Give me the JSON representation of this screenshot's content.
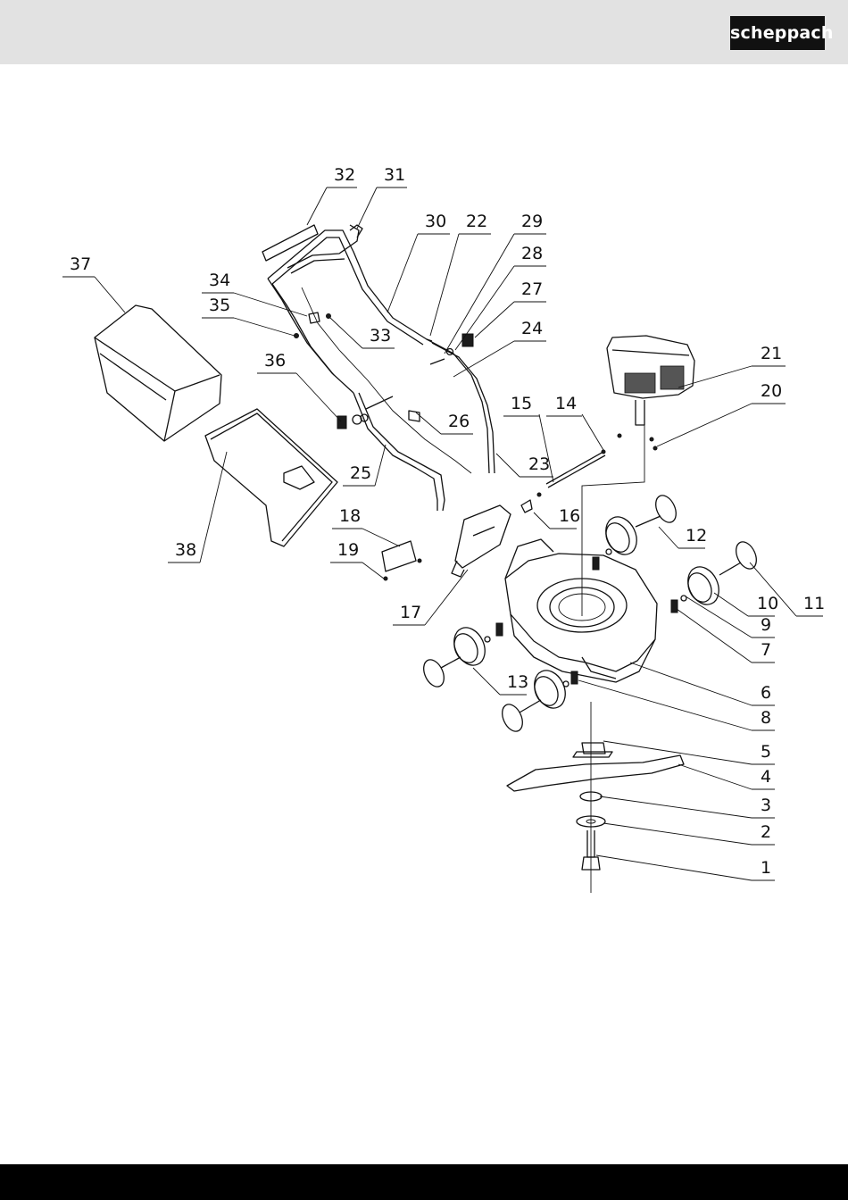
{
  "brand": "scheppach",
  "callouts": [
    {
      "n": "1"
    },
    {
      "n": "2"
    },
    {
      "n": "3"
    },
    {
      "n": "4"
    },
    {
      "n": "5"
    },
    {
      "n": "6"
    },
    {
      "n": "7"
    },
    {
      "n": "8"
    },
    {
      "n": "9"
    },
    {
      "n": "10"
    },
    {
      "n": "11"
    },
    {
      "n": "12"
    },
    {
      "n": "13"
    },
    {
      "n": "14"
    },
    {
      "n": "15"
    },
    {
      "n": "16"
    },
    {
      "n": "17"
    },
    {
      "n": "18"
    },
    {
      "n": "19"
    },
    {
      "n": "20"
    },
    {
      "n": "21"
    },
    {
      "n": "22"
    },
    {
      "n": "23"
    },
    {
      "n": "24"
    },
    {
      "n": "25"
    },
    {
      "n": "26"
    },
    {
      "n": "27"
    },
    {
      "n": "28"
    },
    {
      "n": "29"
    },
    {
      "n": "30"
    },
    {
      "n": "31"
    },
    {
      "n": "32"
    },
    {
      "n": "33"
    },
    {
      "n": "34"
    },
    {
      "n": "35"
    },
    {
      "n": "36"
    },
    {
      "n": "37"
    },
    {
      "n": "38"
    }
  ]
}
